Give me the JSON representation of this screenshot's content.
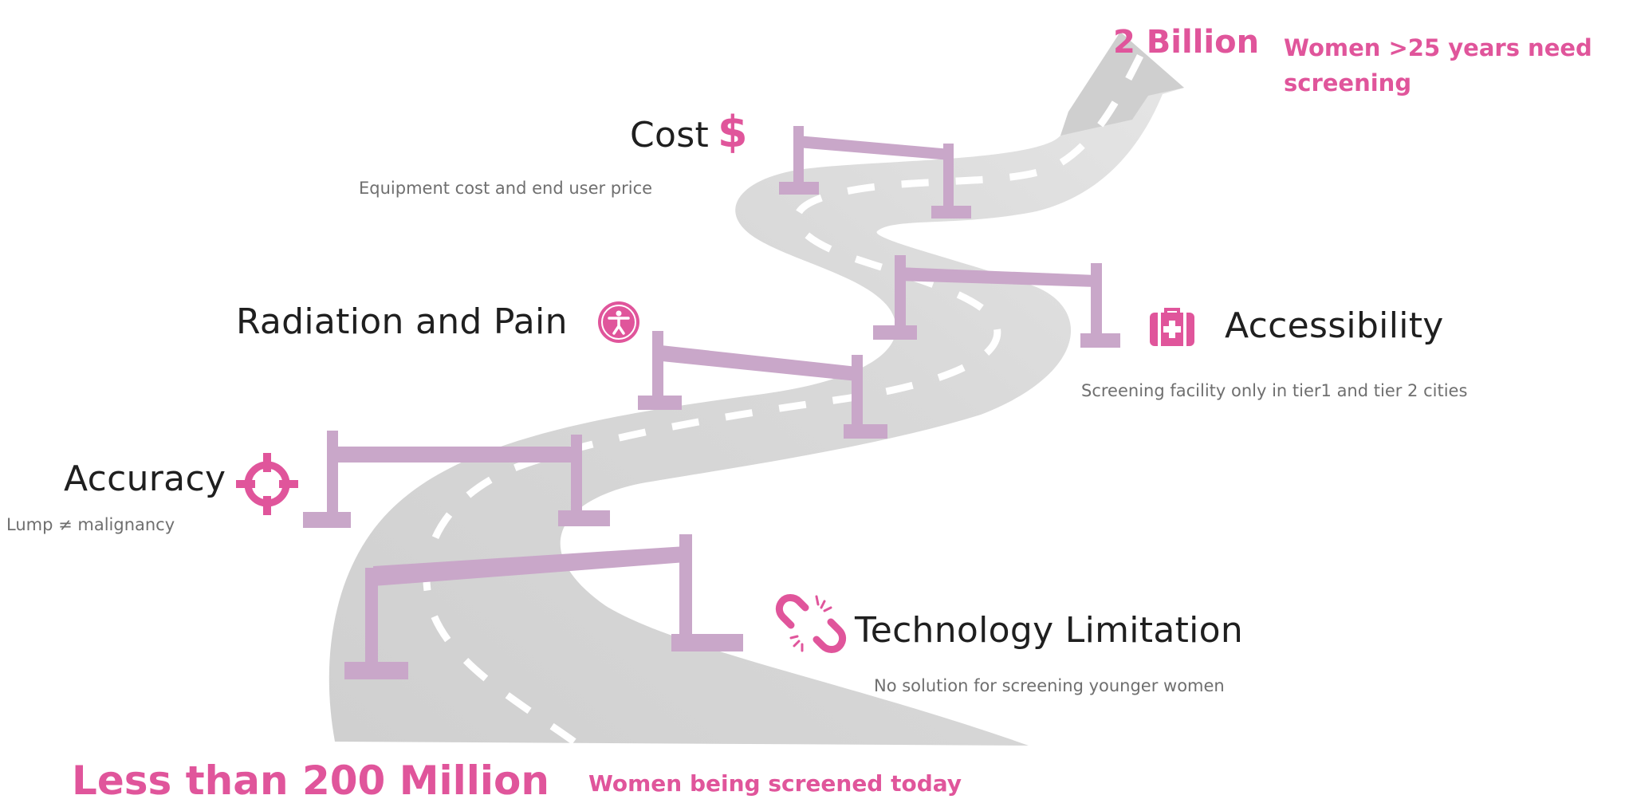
{
  "colors": {
    "accent_pink": "#e0559b",
    "road": "#d6d6d6",
    "barrier": "#c9a7c9",
    "text_dark": "#1f1f1f",
    "text_gray": "#6f6f6f"
  },
  "goal": {
    "number": "2 Billion",
    "text": "Women >25 years need screening"
  },
  "start": {
    "number": "Less than 200 Million",
    "text": "Women being screened today"
  },
  "obstacles": {
    "cost": {
      "title": "Cost",
      "description": "Equipment cost  and end user price",
      "icon": "dollar-icon"
    },
    "accessibility": {
      "title": "Accessibility",
      "description": "Screening facility only in tier1 and tier 2 cities",
      "icon": "first-aid-kit-icon"
    },
    "radiation": {
      "title": "Radiation and Pain",
      "description": "",
      "icon": "accessibility-person-icon"
    },
    "accuracy": {
      "title": "Accuracy",
      "description": "Lump  ≠ malignancy",
      "icon": "crosshair-icon"
    },
    "technology": {
      "title": "Technology  Limitation",
      "description": "No solution for screening younger women",
      "icon": "broken-link-icon"
    }
  }
}
